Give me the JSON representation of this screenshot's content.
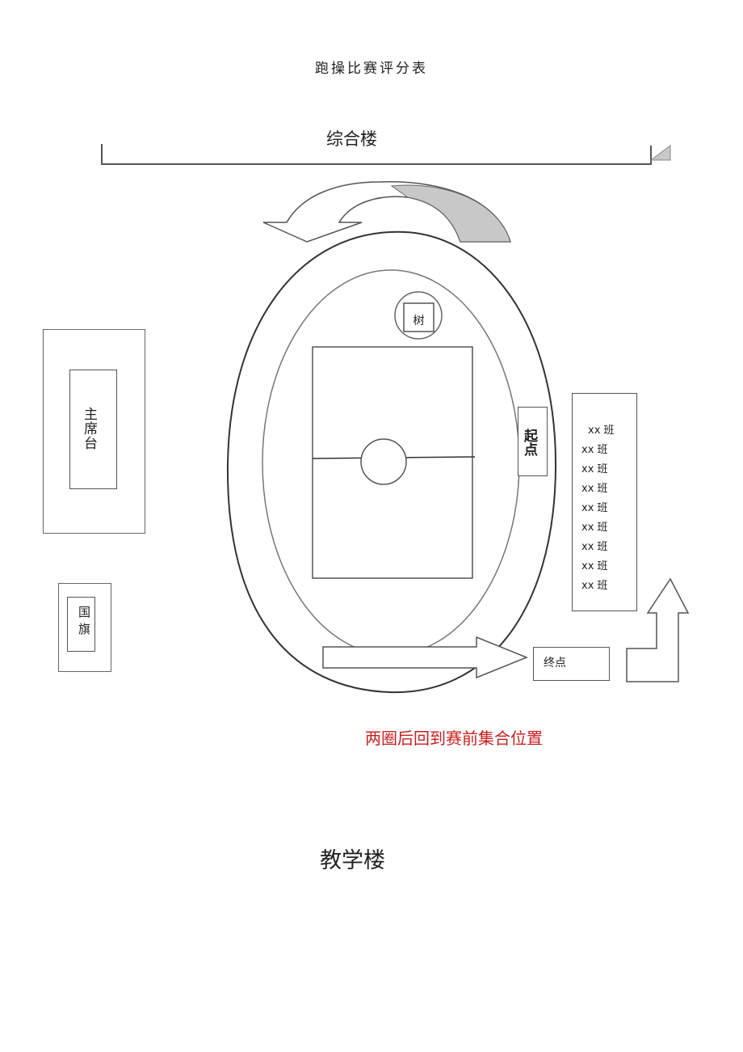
{
  "title": "跑操比赛评分表",
  "buildings": {
    "top": "综合楼",
    "bottom": "教学楼"
  },
  "labels": {
    "stage": "主席台",
    "flag": "国旗",
    "tree": "树",
    "start": "起点",
    "finish": "终点"
  },
  "classes": [
    "xx 班",
    "xx 班",
    "xx 班",
    "xx 班",
    "xx 班",
    "xx 班",
    "xx 班",
    "xx 班",
    "xx 班"
  ],
  "note": "两圈后回到赛前集合位置",
  "colors": {
    "note": "#cc1f1f",
    "arrow_fill": "#c8c8c8",
    "line": "#444444"
  }
}
